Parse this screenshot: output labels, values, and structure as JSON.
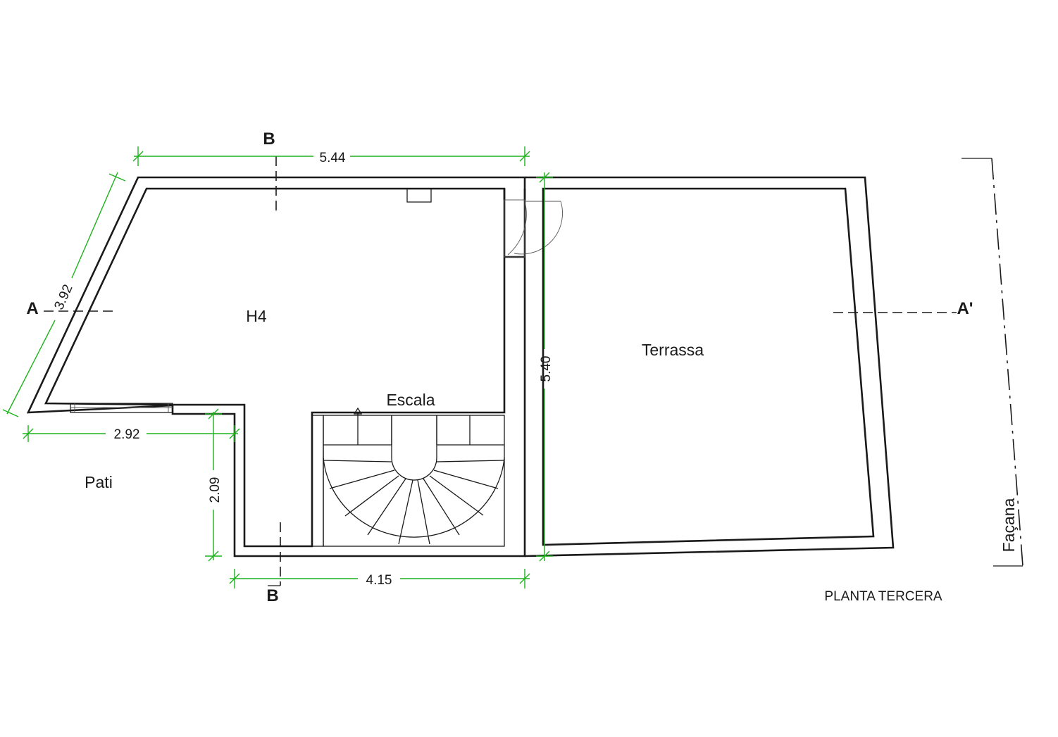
{
  "rooms": {
    "h4": "H4",
    "terrassa": "Terrassa",
    "escala": "Escala",
    "pati": "Pati",
    "facana": "Façana"
  },
  "dimensions": {
    "top_width": "5.44",
    "diagonal": "3.92",
    "left_width": "2.92",
    "step_height": "2.09",
    "bottom_width": "4.15",
    "right_height": "5.40"
  },
  "sections": {
    "a_left": "A",
    "a_right": "A'",
    "b_top": "B",
    "b_bottom": "B"
  },
  "plan_title": "PLANTA TERCERA",
  "colors": {
    "dimension_lines": "#1db31d",
    "walls": "#1a1a1a"
  }
}
